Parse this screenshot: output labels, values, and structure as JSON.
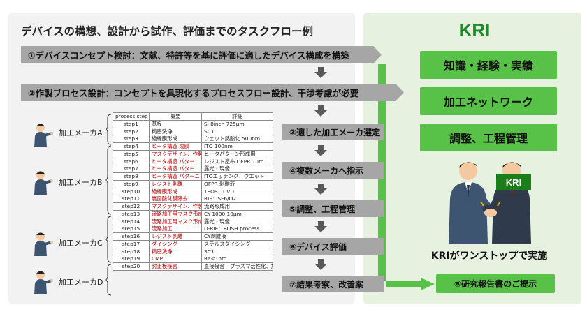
{
  "title": "デバイスの構想、設計から試作、評価までのタスクフロー例",
  "kri_title": "KRI",
  "steps": {
    "s1": "①デバイスコンセプト検討：文献、特許等を基に評価に適したデバイス構成を構築",
    "s2": "②作製プロセス設計：コンセプトを具現化するプロセスフロー設計、干渉考慮が必要",
    "s3": "③適した加工メーカ選定",
    "s4": "④複数メーカへ指示",
    "s5": "⑤調整、工程管理",
    "s6": "⑥デバイス評価",
    "s7": "⑦結果考察、改善案",
    "s8": "⑧研究報告書のご提示"
  },
  "kri_strengths": [
    "知識・経験・実績",
    "加工ネットワーク",
    "調整、工程管理"
  ],
  "kri_badge": "KRI",
  "kri_statement": "KRIがワンストップで実施",
  "makers": [
    "加工メーカA",
    "加工メーカB",
    "加工メーカC",
    "加工メーカD"
  ],
  "table": {
    "headers": [
      "process step",
      "概要",
      "詳細"
    ],
    "rows": [
      [
        "step1",
        "基板",
        "Si 8inch 725μm"
      ],
      [
        "step2",
        "精密洗浄",
        "SC1"
      ],
      [
        "step3",
        "絶縁膜形成",
        "ウェット熱酸化 500nm"
      ],
      [
        "step4",
        "ヒータ構造 成膜",
        "ITO 100nm"
      ],
      [
        "step5",
        "マスクデザイン、作製",
        "ヒータパターン形成用"
      ],
      [
        "step6",
        "ヒータ構造 パターニング",
        "レジスト塗布 OFPR 1μm"
      ],
      [
        "step7",
        "ヒータ構造 パターニング",
        "露光・現像"
      ],
      [
        "step8",
        "ヒータ構造 パターニング",
        "ITOエッチング：ウエット"
      ],
      [
        "step9",
        "レジスト剥離",
        "OFPR 剥離液"
      ],
      [
        "step10",
        "絶縁膜形成",
        "TEOS：CVD"
      ],
      [
        "step11",
        "裏面酸化膜除去",
        "RIE：SF6/O2"
      ],
      [
        "step12",
        "マスクデザイン、作製",
        "流路形成用"
      ],
      [
        "step13",
        "流路加工用マスク形成",
        "CY-1000 10μm"
      ],
      [
        "step14",
        "流路加工用マスク形成",
        "露光・現像"
      ],
      [
        "step15",
        "流路加工",
        "D-RIE：BOSH process"
      ],
      [
        "step16",
        "レジスト剥離",
        "CY剥離液"
      ],
      [
        "step17",
        "ダイシング",
        "ステルスダイシング"
      ],
      [
        "step18",
        "精密洗浄",
        "SC1"
      ],
      [
        "step19",
        "CMP",
        "Ra<1nm"
      ],
      [
        "step20",
        "封止板接合",
        "直接接合：プラズマ活性化、加圧"
      ]
    ]
  },
  "colors": {
    "accent_green": "#57c247",
    "title_green": "#1e8a2a",
    "step_gray": "#a6a6a6",
    "arrow_gray": "#595959",
    "table_red": "#b00000"
  }
}
